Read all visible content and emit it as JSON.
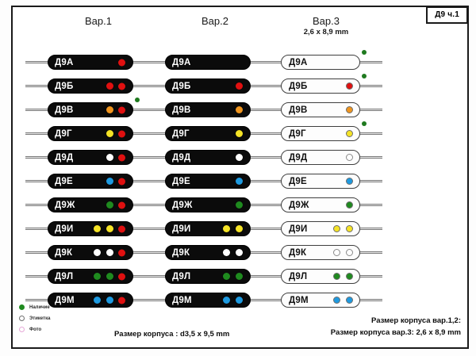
{
  "sheet": {
    "title_box": "Д9 ч.1"
  },
  "colors": {
    "red": "#e01010",
    "orange": "#f0951e",
    "yellow": "#f5e326",
    "white": "#ffffff",
    "blue": "#1e9ae0",
    "green": "#1f8a1f",
    "marker_green": "#1f7a1f",
    "label_gray": "#6f6f6f",
    "photo_pink": "#e6a8d8",
    "body_dark": "#0b0b0b",
    "body_light": "#fdfdfd"
  },
  "columns": [
    {
      "key": "var1",
      "title": "Вар.1",
      "subtitle": "",
      "body": "dark",
      "end_band": "red",
      "rows": [
        {
          "label": "Д9А",
          "dots": [],
          "marker": false
        },
        {
          "label": "Д9Б",
          "dots": [
            "red"
          ],
          "marker": false
        },
        {
          "label": "Д9В",
          "dots": [
            "orange"
          ],
          "marker": true
        },
        {
          "label": "Д9Г",
          "dots": [
            "yellow"
          ],
          "marker": false
        },
        {
          "label": "Д9Д",
          "dots": [
            "white"
          ],
          "marker": false
        },
        {
          "label": "Д9Е",
          "dots": [
            "blue"
          ],
          "marker": false
        },
        {
          "label": "Д9Ж",
          "dots": [
            "green"
          ],
          "marker": false
        },
        {
          "label": "Д9И",
          "dots": [
            "yellow",
            "yellow"
          ],
          "marker": false
        },
        {
          "label": "Д9К",
          "dots": [
            "white",
            "white"
          ],
          "marker": false
        },
        {
          "label": "Д9Л",
          "dots": [
            "green",
            "green"
          ],
          "marker": false
        },
        {
          "label": "Д9М",
          "dots": [
            "blue",
            "blue"
          ],
          "marker": false
        }
      ]
    },
    {
      "key": "var2",
      "title": "Вар.2",
      "subtitle": "",
      "body": "dark",
      "end_band": "",
      "rows": [
        {
          "label": "Д9А",
          "dots": [],
          "marker": false
        },
        {
          "label": "Д9Б",
          "dots": [
            "red"
          ],
          "marker": false
        },
        {
          "label": "Д9В",
          "dots": [
            "orange"
          ],
          "marker": false
        },
        {
          "label": "Д9Г",
          "dots": [
            "yellow"
          ],
          "marker": false
        },
        {
          "label": "Д9Д",
          "dots": [
            "white"
          ],
          "marker": false
        },
        {
          "label": "Д9Е",
          "dots": [
            "blue"
          ],
          "marker": false
        },
        {
          "label": "Д9Ж",
          "dots": [
            "green"
          ],
          "marker": false
        },
        {
          "label": "Д9И",
          "dots": [
            "yellow",
            "yellow"
          ],
          "marker": false
        },
        {
          "label": "Д9К",
          "dots": [
            "white",
            "white"
          ],
          "marker": false
        },
        {
          "label": "Д9Л",
          "dots": [
            "green",
            "green"
          ],
          "marker": false
        },
        {
          "label": "Д9М",
          "dots": [
            "blue",
            "blue"
          ],
          "marker": false
        }
      ]
    },
    {
      "key": "var3",
      "title": "Вар.3",
      "subtitle": "2,6 x 8,9 mm",
      "body": "light",
      "end_band": "",
      "rows": [
        {
          "label": "Д9А",
          "dots": [],
          "marker": true
        },
        {
          "label": "Д9Б",
          "dots": [
            "red"
          ],
          "marker": true
        },
        {
          "label": "Д9В",
          "dots": [
            "orange"
          ],
          "marker": false
        },
        {
          "label": "Д9Г",
          "dots": [
            "yellow"
          ],
          "marker": true
        },
        {
          "label": "Д9Д",
          "dots": [
            "white"
          ],
          "marker": false
        },
        {
          "label": "Д9Е",
          "dots": [
            "blue"
          ],
          "marker": false
        },
        {
          "label": "Д9Ж",
          "dots": [
            "green"
          ],
          "marker": false
        },
        {
          "label": "Д9И",
          "dots": [
            "yellow",
            "yellow"
          ],
          "marker": false
        },
        {
          "label": "Д9К",
          "dots": [
            "white",
            "white"
          ],
          "marker": false
        },
        {
          "label": "Д9Л",
          "dots": [
            "green",
            "green"
          ],
          "marker": false
        },
        {
          "label": "Д9М",
          "dots": [
            "blue",
            "blue"
          ],
          "marker": false
        }
      ]
    }
  ],
  "legend": [
    {
      "label": "Наличие",
      "color": "#1f8a1f",
      "style": "solid"
    },
    {
      "label": "Этикетка",
      "color": "#6f6f6f",
      "style": "ring"
    },
    {
      "label": "Фото",
      "color": "#e6a8d8",
      "style": "ring"
    }
  ],
  "footer": {
    "center": "Размер корпуса : d3,5 x 9,5 mm",
    "right_line1": "Размер корпуса вар.1,2:",
    "right_line2": "Размер корпуса вар.3: 2,6 x 8,9 mm"
  }
}
